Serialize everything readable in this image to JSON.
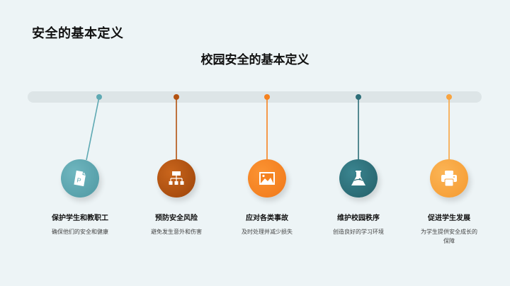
{
  "page": {
    "title": "安全的基本定义",
    "subtitle": "校园安全的基本定义"
  },
  "colors": {
    "background": "#edf4f6",
    "track": "#dde5e7",
    "item1": "#5ea9b3",
    "item2": "#b35210",
    "item3": "#f5821f",
    "item4": "#2d6e78",
    "item5": "#f8a440"
  },
  "items": [
    {
      "icon": "document-p-icon",
      "heading": "保护学生和教职工",
      "description": "确保他们的安全和健康"
    },
    {
      "icon": "hierarchy-icon",
      "heading": "预防安全风险",
      "description": "避免发生意外和伤害"
    },
    {
      "icon": "image-icon",
      "heading": "应对各类事故",
      "description": "及时处理并减少损失"
    },
    {
      "icon": "flask-icon",
      "heading": "维护校园秩序",
      "description": "创造良好的学习环境"
    },
    {
      "icon": "printer-icon",
      "heading": "促进学生发展",
      "description": "为学生提供安全成长的保障"
    }
  ]
}
